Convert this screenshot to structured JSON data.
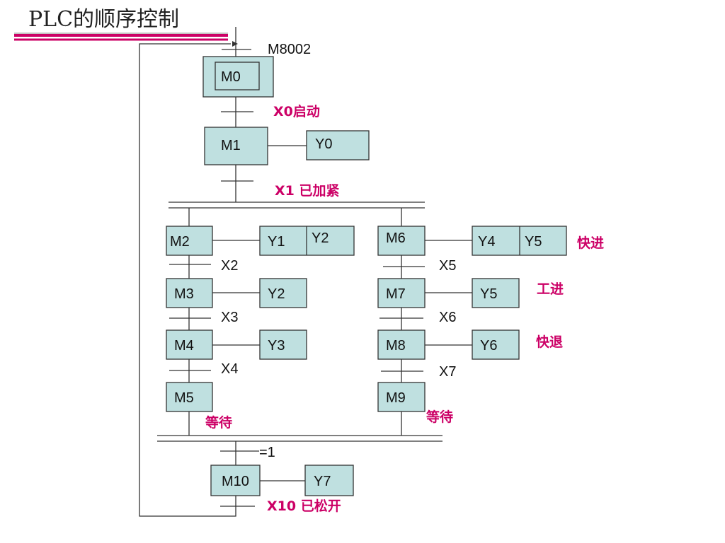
{
  "slide": {
    "title": "PLC的顺序控制",
    "accent_color": "#cc0066",
    "box_color": "#bfe0e0"
  },
  "steps": {
    "m0": "M0",
    "m1": "M1",
    "m2": "M2",
    "m3": "M3",
    "m4": "M4",
    "m5": "M5",
    "m6": "M6",
    "m7": "M7",
    "m8": "M8",
    "m9": "M9",
    "m10": "M10"
  },
  "outputs": {
    "m1_y0": "Y0",
    "m2_y1": "Y1",
    "m2_y2": "Y2",
    "m3_y2": "Y2",
    "m4_y3": "Y3",
    "m6_y4": "Y4",
    "m6_y5": "Y5",
    "m7_y5": "Y5",
    "m8_y6": "Y6",
    "m10_y7": "Y7"
  },
  "transitions": {
    "m8002": "M8002",
    "x0": "X0启动",
    "x1": "X1 已加紧",
    "x2": "X2",
    "x3": "X3",
    "x4": "X4",
    "x5": "X5",
    "x6": "X6",
    "x7": "X7",
    "eq1": "=1",
    "x10": "X10 已松开"
  },
  "annotations": {
    "fast_forward": "快进",
    "work_feed": "工进",
    "fast_return": "快退",
    "wait_left": "等待",
    "wait_right": "等待"
  }
}
